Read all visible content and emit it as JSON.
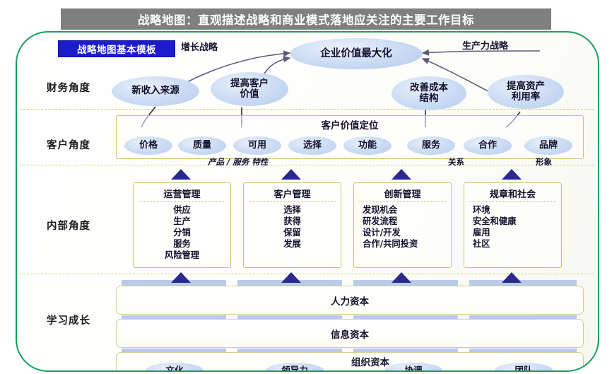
{
  "title": "战略地图：直观描述战略和商业模式落地应关注的主要工作目标",
  "badge": "战略地图基本模板",
  "perspectives": [
    {
      "key": "financial",
      "label": "财务角度"
    },
    {
      "key": "customer",
      "label": "客户角度"
    },
    {
      "key": "internal",
      "label": "内部角度"
    },
    {
      "key": "learning",
      "label": "学习成长"
    }
  ],
  "financial": {
    "center": "企业价值最大化",
    "left_strategy": "增长战略",
    "right_strategy": "生产力战略",
    "drivers": [
      {
        "label": "新收入来源"
      },
      {
        "label": "提高客户\n价值"
      },
      {
        "label": "改善成本\n结构"
      },
      {
        "label": "提高资产\n利用率"
      }
    ]
  },
  "customer": {
    "panel_title": "客户价值定位",
    "items": [
      "价格",
      "质量",
      "可用",
      "选择",
      "功能",
      "服务",
      "合作",
      "品牌"
    ],
    "group_labels": [
      "产品 / 服务 特性",
      "关系",
      "形象"
    ]
  },
  "internal": {
    "boxes": [
      {
        "header": "运营管理",
        "items": [
          "供应",
          "生产",
          "分销",
          "服务",
          "风险管理"
        ],
        "align": "center"
      },
      {
        "header": "客户管理",
        "items": [
          "选择",
          "获得",
          "保留",
          "发展"
        ],
        "align": "center"
      },
      {
        "header": "创新管理",
        "items": [
          "发现机会",
          "研发流程",
          "设计/开发",
          "合作/共同投资"
        ],
        "align": "left"
      },
      {
        "header": "规章和社会",
        "items": [
          "环境",
          "安全和健康",
          "雇用",
          "社区"
        ],
        "align": "left"
      }
    ]
  },
  "learning": {
    "capitals": [
      "人力资本",
      "信息资本",
      "组织资本"
    ],
    "org_items": [
      "文化",
      "领导力",
      "协调",
      "团队"
    ]
  },
  "colors": {
    "title_bar": "#7f7f7f",
    "frame_border": "#17a05c",
    "badge": "#1c1ccc",
    "ellipse": "#c3d5f0",
    "triangle": "#2a2a8c",
    "panel_border": "#c9c66a",
    "segment_bar": "#b9cbe8",
    "arrow": "#5b5b78"
  }
}
